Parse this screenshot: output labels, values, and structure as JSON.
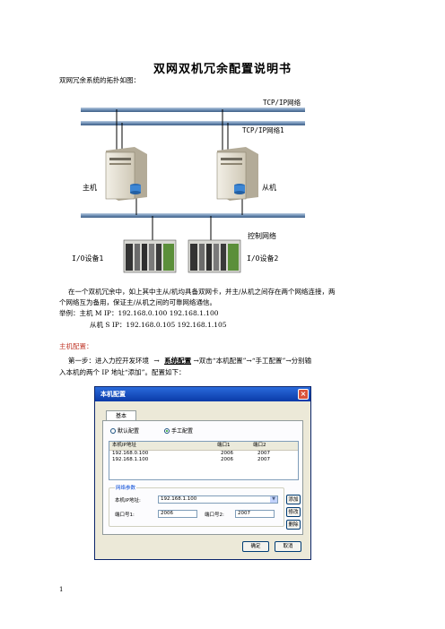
{
  "doc": {
    "title": "双网双机冗余配置说明书",
    "intro": "双网冗余系统的拓扑如图：",
    "para1_line1": "在一个双机冗余中，如上其中主从/机均具备双网卡，并主/从机之间存在两个网络连接，两",
    "para1_line2": "个网络互为备用，保证主/从机之间的可靠网络通信。",
    "example_master": "举例：主机 M    IP：192.168.0.100    192.168.1.100",
    "example_slave": "从机 S    IP：192.168.0.105    192.168.1.105",
    "section_heading": "主机配置：",
    "step1_prefix": "第一步：进入力控开发环境",
    "step1_arrow1": "→",
    "step1_menu": "系统配置",
    "step1_mid": "→双击“本机配置”→“手工配置”→分别输",
    "step1_line2": "入本机的两个 IP 地址“添加”。配置如下：",
    "page_number": "1"
  },
  "diagram": {
    "net1_label": "TCP/IP网络",
    "net2_label": "TCP/IP网络1",
    "master_label": "主机",
    "slave_label": "从机",
    "control_net_label": "控制网络",
    "io1_label": "I/O设备1",
    "io2_label": "I/O设备2"
  },
  "dialog": {
    "title": "本机配置",
    "close_glyph": "×",
    "tab": "基本",
    "radio_auto": "默认配置",
    "radio_manual": "手工配置",
    "table": {
      "headers": [
        "本机IP地址",
        "端口1",
        "端口2"
      ],
      "rows": [
        [
          "192.168.0.100",
          "2006",
          "2007"
        ],
        [
          "192.168.1.100",
          "2006",
          "2007"
        ]
      ]
    },
    "group_title": "网络参数",
    "ip_label": "本机IP地址:",
    "ip_value": "192.168.1.100",
    "port1_label": "端口号1:",
    "port1_value": "2006",
    "port2_label": "端口号2:",
    "port2_value": "2007",
    "btn_add": "添加",
    "btn_modify": "修改",
    "btn_delete": "删除",
    "btn_ok": "确定",
    "btn_cancel": "取消"
  },
  "colors": {
    "accent_red": "#c0392b",
    "bus_blue": "#6f8fb5",
    "dialog_title": "#0a3aa8"
  }
}
